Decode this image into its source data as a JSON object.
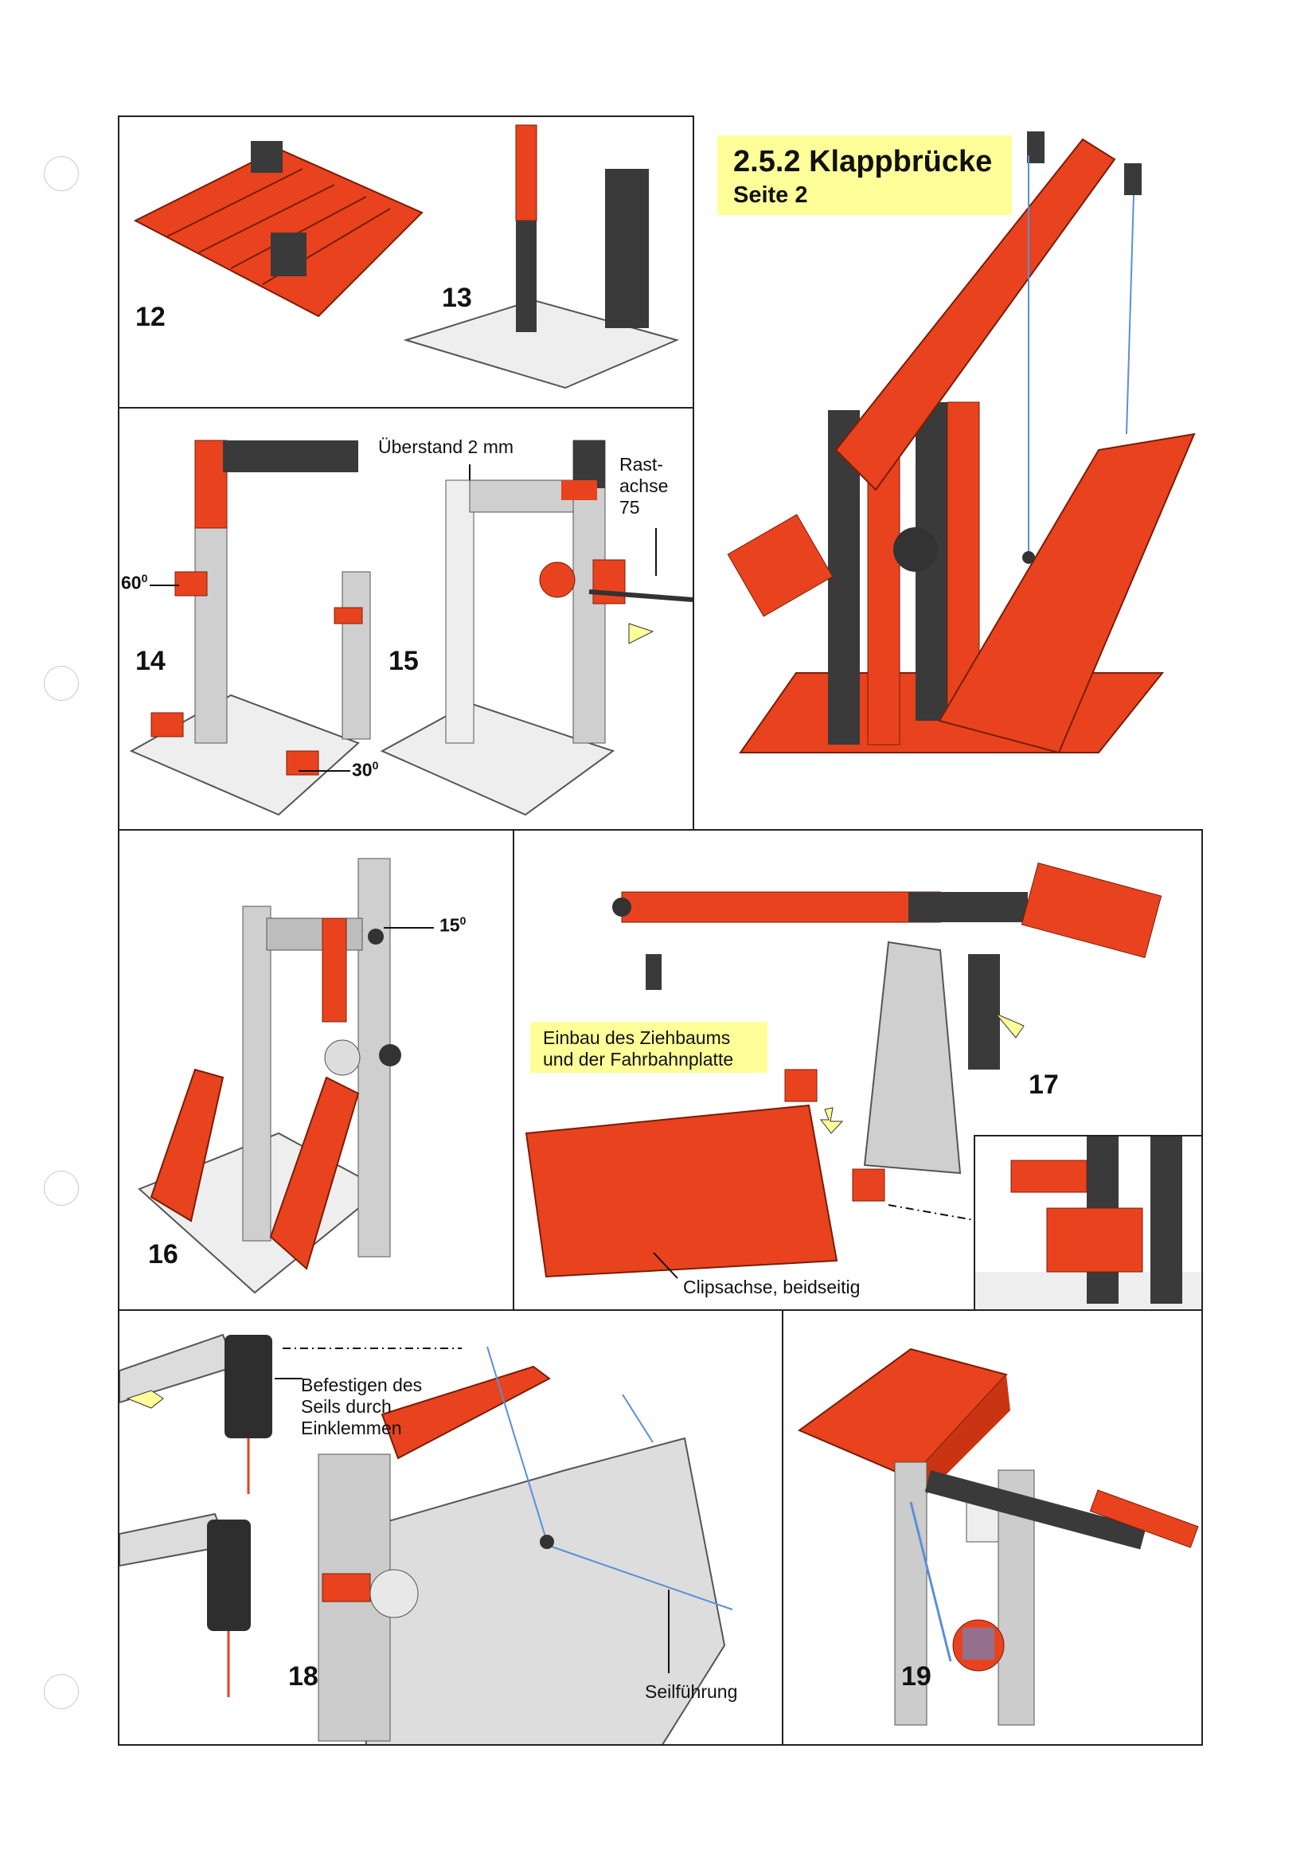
{
  "header": {
    "title": "2.5.2 Klappbrücke",
    "subtitle": "Seite 2"
  },
  "steps": {
    "s12": "12",
    "s13": "13",
    "s14": "14",
    "s15": "15",
    "s16": "16",
    "s17": "17",
    "s18": "18",
    "s19": "19"
  },
  "labels": {
    "ueberstand": "Überstand 2 mm",
    "rastachse": [
      "Rast-",
      "achse",
      "75"
    ],
    "angle60": "60",
    "angle30": "30",
    "angle15": "15",
    "degree": "0",
    "einbau": [
      "Einbau des Ziehbaums",
      "und der Fahrbahnplatte"
    ],
    "clipsachse": "Clipsachse, beidseitig",
    "befestigen": [
      "Befestigen des",
      "Seils durch",
      "Einklemmen"
    ],
    "seilfuehrung": "Seilführung"
  },
  "colors": {
    "red": "#e8431e",
    "dark": "#3a3a3a",
    "grey": "#cfcfcf",
    "white": "#f2f2f2",
    "yellow": "#ffff99",
    "rope": "#5b8fd6"
  }
}
